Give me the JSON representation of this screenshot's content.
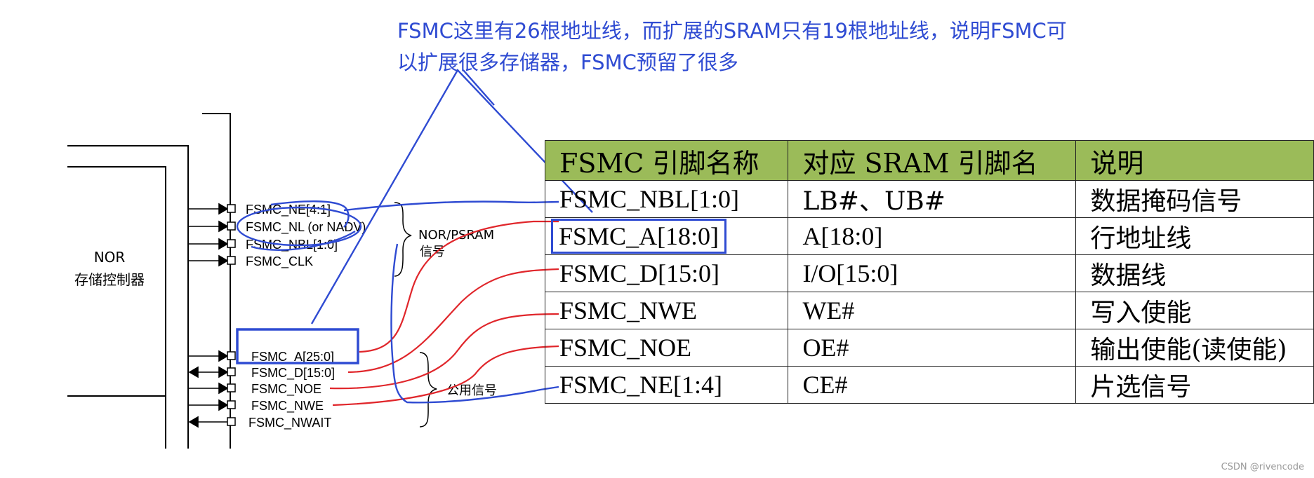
{
  "annotation": {
    "line1": "FSMC这里有26根地址线，而扩展的SRAM只有19根地址线，说明FSMC可",
    "line2": "以扩展很多存储器，FSMC预留了很多"
  },
  "controller": {
    "label_line1": "NOR",
    "label_line2": "存储控制器"
  },
  "nor_signals": [
    "FSMC_NE[4:1]",
    "FSMC_NL (or NADV)",
    "FSMC_NBL[1:0]",
    "FSMC_CLK"
  ],
  "nor_group_label": {
    "line1": "NOR/PSRAM",
    "line2": "信号"
  },
  "common_signals": [
    "FSMC_A[25:0]",
    "FSMC_D[15:0]",
    "FSMC_NOE",
    "FSMC_NWE",
    "FSMC_NWAIT"
  ],
  "common_group_label": "公用信号",
  "table": {
    "headers": [
      "FSMC 引脚名称",
      "对应 SRAM 引脚名",
      "说明"
    ],
    "rows": [
      [
        "FSMC_NBL[1:0]",
        "LB#、UB#",
        "数据掩码信号"
      ],
      [
        "FSMC_A[18:0]",
        "A[18:0]",
        "行地址线"
      ],
      [
        "FSMC_D[15:0]",
        "I/O[15:0]",
        "数据线"
      ],
      [
        "FSMC_NWE",
        "WE#",
        "写入使能"
      ],
      [
        "FSMC_NOE",
        "OE#",
        "输出使能(读使能)"
      ],
      [
        "FSMC_NE[1:4]",
        "CE#",
        "片选信号"
      ]
    ]
  },
  "colors": {
    "annotation_blue": "#2f4bd2",
    "connector_red": "#e0262b",
    "header_green": "#9bbb59"
  },
  "watermark": "CSDN @rivencode"
}
